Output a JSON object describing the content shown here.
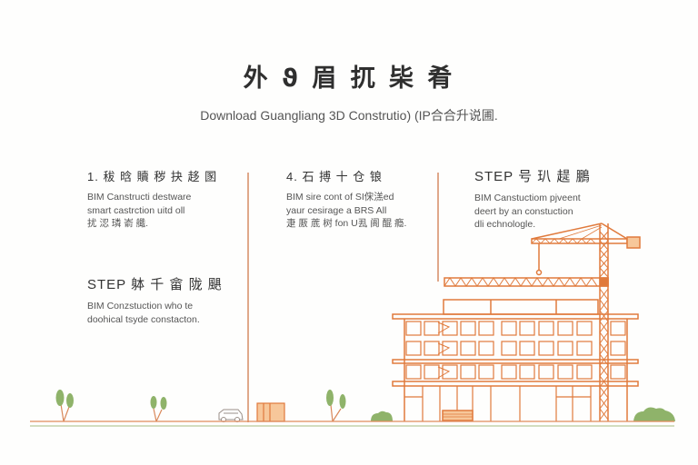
{
  "header": {
    "title": "外 ϑ 眉 扤 枈 肴",
    "subtitle": "Download Guangliang 3D Construtio) (IP合合升说圃."
  },
  "steps": [
    {
      "heading": "1. 秡 晗 贖 秽 抉 趍 圂",
      "lines": [
        "BIM Canstructi destware",
        "smart castrction uitd oll",
        "扰 涊 璘 嵛 艥."
      ]
    },
    {
      "heading": "4. 石 搏 十 仓 锒",
      "lines": [
        "BIM sire cont of SI俕溔ed",
        "yaur cesirage a BRS All",
        "疌 厫 菧 树 fon U厾 阓 醌 瘾."
      ]
    },
    {
      "heading": "STEP 号 玐 趧 鵬",
      "lines": [
        "BIM Canstuctiom pjveent",
        "deert by an constuction",
        "dli echnologle."
      ]
    },
    {
      "heading": "STEP 躰 千 畲 陇 颶",
      "lines": [
        "BIM Conzstuction who te",
        "doohical tsyde constacton."
      ]
    }
  ],
  "illustration": {
    "description": "construction site with tower crane and multi-storey building",
    "colors": {
      "line_orange": "#e07a3c",
      "fill_orange": "#f7c79a",
      "divider": "#e0a88a",
      "tree_green": "#8fb36a",
      "ground_green": "#b9c99a",
      "background": "#fefefd"
    }
  }
}
